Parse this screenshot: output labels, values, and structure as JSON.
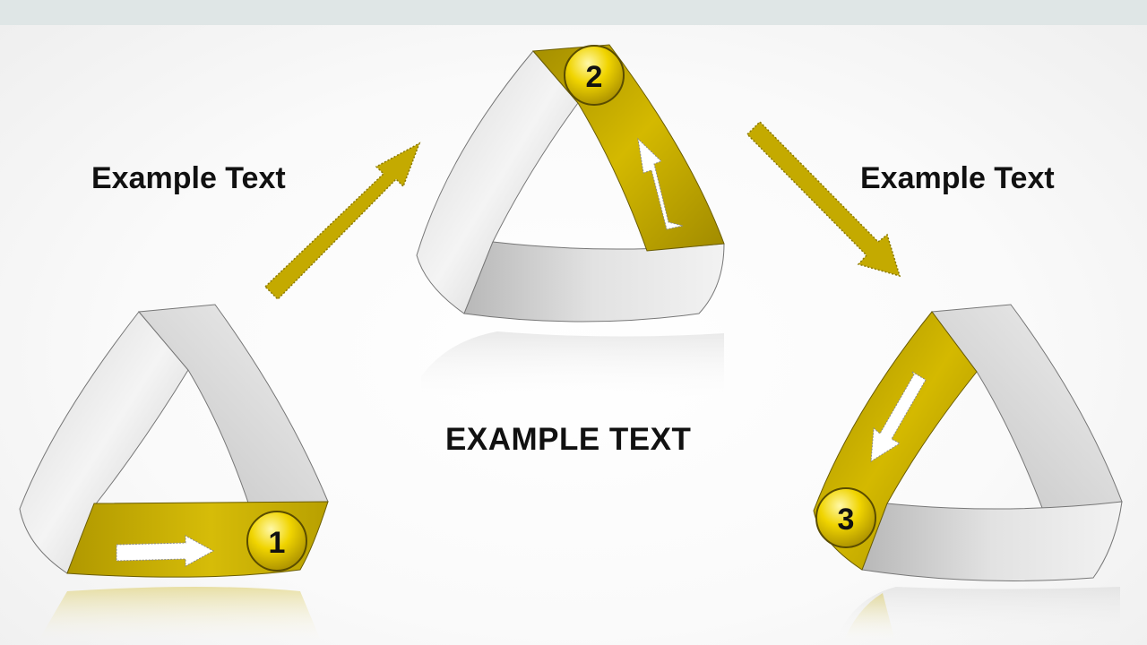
{
  "labels": {
    "left": "Example Text",
    "right": "Example Text",
    "center": "EXAMPLE TEXT"
  },
  "steps": [
    {
      "number": "1",
      "highlighted_side": "bottom",
      "arrow_direction": "right"
    },
    {
      "number": "2",
      "highlighted_side": "right",
      "arrow_direction": "up"
    },
    {
      "number": "3",
      "highlighted_side": "left",
      "arrow_direction": "down"
    }
  ],
  "colors": {
    "accent": "#C8AE00",
    "accent_dark": "#8C7800",
    "band_gray_light": "#E6E6E6",
    "band_gray_dark": "#B5B5B5",
    "outline": "#777777",
    "header_bar": "#DFE6E6",
    "text": "#111111"
  }
}
